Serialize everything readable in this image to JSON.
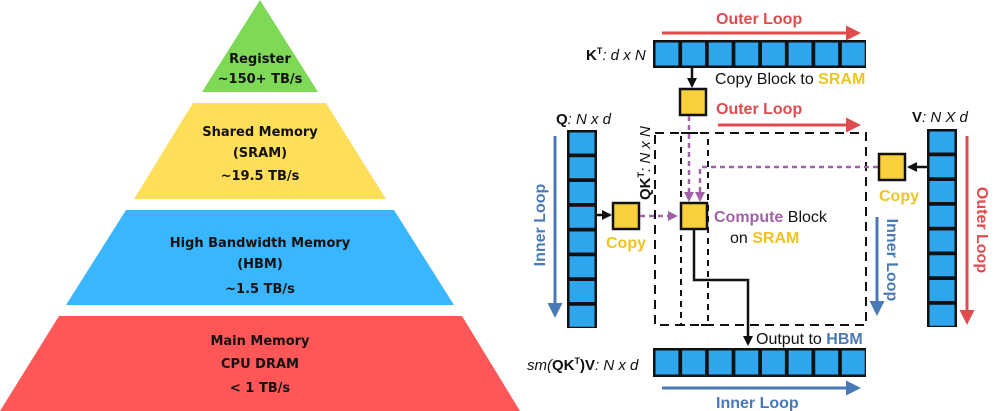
{
  "colors": {
    "register": "#7ed957",
    "shared": "#ffde59",
    "hbm": "#38b6ff",
    "main": "#ff5757",
    "block_blue": "#2ea6ee",
    "block_yellow": "#f8d03c",
    "loop_red": "#e04b4e",
    "loop_blue": "#4a7ab5",
    "purple": "#a163a8",
    "sram_yellow": "#f0c420"
  },
  "pyramid": {
    "levels": [
      {
        "name": "Register",
        "lines": [
          "Register",
          "~150+ TB/s"
        ]
      },
      {
        "name": "Shared Memory",
        "lines": [
          "Shared Memory",
          "(SRAM)",
          "~19.5 TB/s"
        ]
      },
      {
        "name": "High Bandwidth Memory",
        "lines": [
          "High Bandwidth Memory",
          "(HBM)",
          "~1.5 TB/s"
        ]
      },
      {
        "name": "Main Memory",
        "lines": [
          "Main Memory",
          "CPU DRAM",
          "< 1 TB/s"
        ]
      }
    ]
  },
  "flash": {
    "kt_label": {
      "name": "K",
      "sup": "T",
      "dims": ": d x N"
    },
    "q_label": {
      "name": "Q",
      "dims": ": N x d"
    },
    "v_label": {
      "name": "V",
      "dims": ": N X d"
    },
    "qkt_label": {
      "name": "QK",
      "sup": "T",
      "dims": ": N x N"
    },
    "out_label": {
      "prefix": "sm(",
      "name": "QK",
      "sup": "T",
      "suffix": ")V",
      "dims": ": N x d"
    },
    "outer_loop": "Outer Loop",
    "inner_loop": "Inner Loop",
    "copy": "Copy",
    "copy_block_prefix": "Copy Block to ",
    "sram": "SRAM",
    "compute_word": "Compute",
    "block_word": " Block",
    "on_word": "on ",
    "output_prefix": "Output to ",
    "hbm": "HBM",
    "blocks_per_row": 8
  }
}
